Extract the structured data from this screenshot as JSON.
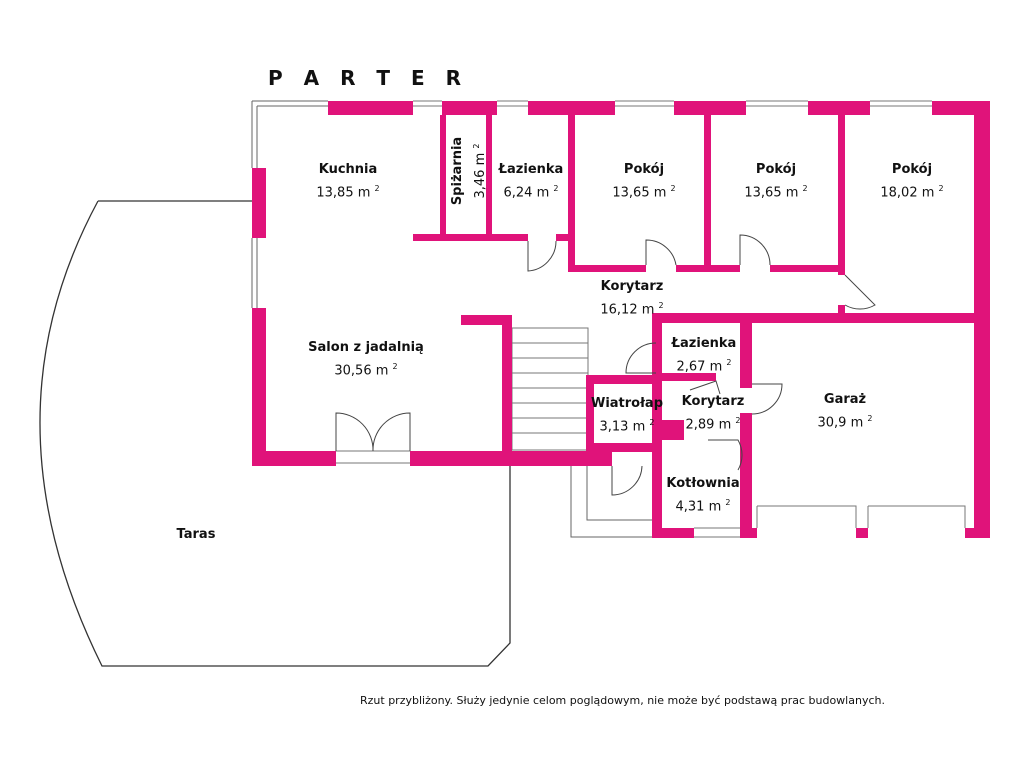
{
  "floor_title": "P A R T E R",
  "disclaimer": "Rzut przybliżony. Służy jedynie celom poglądowym, nie może być podstawą prac budowlanych.",
  "colors": {
    "wall": "#e0137a",
    "line": "#555555",
    "text": "#111111"
  },
  "area_unit": "m",
  "area_exponent": "2",
  "rooms": [
    {
      "id": "kuchnia",
      "name": "Kuchnia",
      "area": "13,85 m"
    },
    {
      "id": "spizarnia",
      "name": "Spiżarnia",
      "area": "3,46 m"
    },
    {
      "id": "lazienka1",
      "name": "Łazienka",
      "area": "6,24 m"
    },
    {
      "id": "pokoj1",
      "name": "Pokój",
      "area": "13,65 m"
    },
    {
      "id": "pokoj2",
      "name": "Pokój",
      "area": "13,65 m"
    },
    {
      "id": "pokoj3",
      "name": "Pokój",
      "area": "18,02 m"
    },
    {
      "id": "korytarz1",
      "name": "Korytarz",
      "area": "16,12 m"
    },
    {
      "id": "salon",
      "name": "Salon z jadalnią",
      "area": "30,56 m"
    },
    {
      "id": "lazienka2",
      "name": "Łazienka",
      "area": "2,67 m"
    },
    {
      "id": "wiatrolap",
      "name": "Wiatrołap",
      "area": "3,13 m"
    },
    {
      "id": "korytarz2",
      "name": "Korytarz",
      "area": "2,89 m"
    },
    {
      "id": "garaz",
      "name": "Garaż",
      "area": "30,9 m"
    },
    {
      "id": "kotlownia",
      "name": "Kotłownia",
      "area": "4,31 m"
    },
    {
      "id": "taras",
      "name": "Taras",
      "area": ""
    }
  ]
}
